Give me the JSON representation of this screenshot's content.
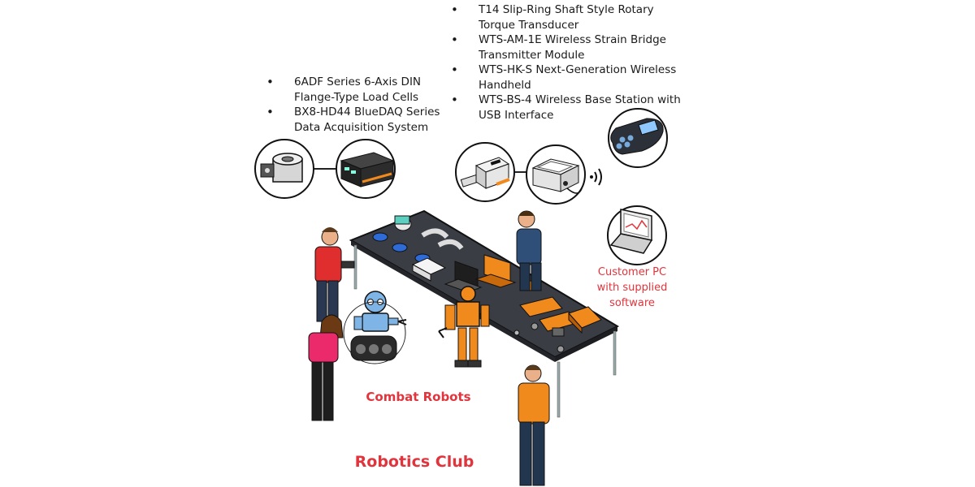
{
  "products_left": [
    "6ADF Series 6-Axis DIN Flange-Type Load Cells",
    "BX8-HD44 BlueDAQ Series Data Acquisition System"
  ],
  "products_right": [
    "T14 Slip-Ring Shaft Style Rotary Torque Transducer",
    "WTS-AM-1E Wireless Strain Bridge Transmitter Module",
    "WTS-HK-S Next-Generation Wireless Handheld",
    "WTS-BS-4 Wireless Base Station with USB Interface"
  ],
  "labels": {
    "customer_pc": "Customer PC with supplied software",
    "combat_robots": "Combat Robots",
    "robotics_club": "Robotics Club"
  },
  "colors": {
    "accent_red": "#e2343c",
    "robot_orange": "#f08a1c",
    "table_dark": "#3a3d44",
    "robot_blue": "#7fb4e6"
  }
}
